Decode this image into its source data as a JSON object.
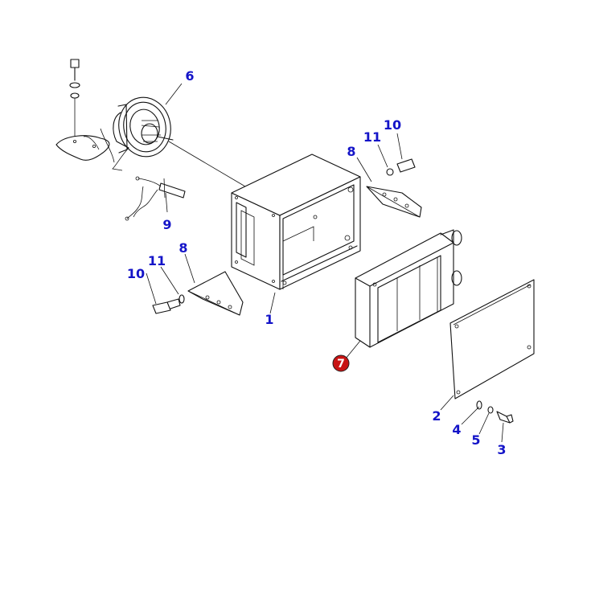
{
  "diagram": {
    "callouts": [
      {
        "id": "c1",
        "label": "1"
      },
      {
        "id": "c2",
        "label": "2"
      },
      {
        "id": "c3",
        "label": "3"
      },
      {
        "id": "c4",
        "label": "4"
      },
      {
        "id": "c5",
        "label": "5"
      },
      {
        "id": "c6",
        "label": "6"
      },
      {
        "id": "c7",
        "label": "7"
      },
      {
        "id": "c8a",
        "label": "8"
      },
      {
        "id": "c8b",
        "label": "8"
      },
      {
        "id": "c9",
        "label": "9"
      },
      {
        "id": "c10a",
        "label": "10"
      },
      {
        "id": "c10b",
        "label": "10"
      },
      {
        "id": "c11a",
        "label": "11"
      },
      {
        "id": "c11b",
        "label": "11"
      }
    ],
    "highlighted_callout": "7",
    "colors": {
      "callout_text": "#1414c8",
      "highlight_fill": "#c81414",
      "line": "#111111"
    }
  }
}
